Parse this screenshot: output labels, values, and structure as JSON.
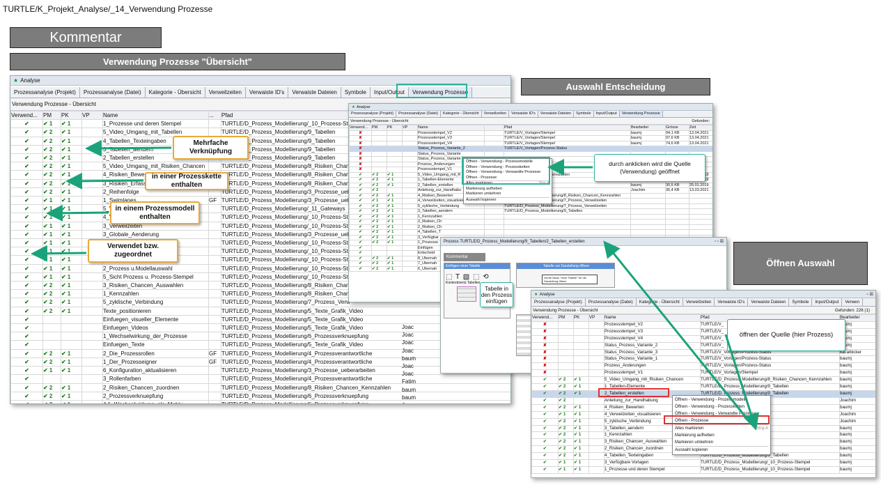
{
  "page_title": "TURTLE/K_Projekt_Analyse/_14_Verwendung Prozesse",
  "headers": {
    "kommentar": "Kommentar",
    "uebersicht": "Verwendung Prozesse \"Übersicht\"",
    "auswahl": "Auswahl Entscheidung",
    "oeffnen": "Öffnen Auswahl"
  },
  "w1": {
    "title": "Analyse",
    "caption": "Verwendung Prozesse - Übersicht",
    "tabs": [
      "Prozessanalyse (Projekt)",
      "Prozessanalyse (Datei)",
      "Kategorie - Übersicht",
      "Verweilzeiten",
      "Verwaiste ID's",
      "Verwaiste Dateien",
      "Symbole",
      "Input/Output",
      "Verwendung Prozesse"
    ],
    "cols": [
      "Verwend...",
      "PM",
      "PK",
      "VP",
      "Name",
      "...",
      "Pfad"
    ],
    "rows": [
      [
        "✔",
        "✔ 1",
        "✔ 1",
        "",
        "1_Prozesse und deren Stempel",
        "",
        "TURTLE/D_Prozess_Modellierung/_10_Prozess-Ste"
      ],
      [
        "✔",
        "✔ 2",
        "✔ 1",
        "",
        "5_Video_Umgang_mit_Tabellen",
        "",
        "TURTLE/D_Prozess_Modellierung/9_Tabellen"
      ],
      [
        "✔",
        "✔ 2",
        "✔ 1",
        "",
        "4_Tabellen_Texteingaben",
        "",
        "TURTLE/D_Prozess_Modellierung/9_Tabellen"
      ],
      [
        "✔",
        "✔ 2",
        "✔ 1",
        "",
        "3_Tabellen_aendern",
        "",
        "TURTLE/D_Prozess_Modellierung/9_Tabellen"
      ],
      [
        "✔",
        "✔ 2",
        "✔ 1",
        "",
        "2_Tabellen_erstellen",
        "",
        "TURTLE/D_Prozess_Modellierung/9_Tabellen"
      ],
      [
        "✔",
        "✔ 2",
        "✔ 1",
        "",
        "5_Video_Umgang_mit_Risiken_Chancen",
        "",
        "TURTLE/D_Prozess_Modellierung/8_Risiken_Chan"
      ],
      [
        "✔",
        "✔ 2",
        "✔ 1",
        "",
        "4_Risiken_Bewerten",
        "",
        "TURTLE/D_Prozess_Modellierung/8_Risiken_Chan"
      ],
      [
        "✔",
        "✔ 2",
        "✔ 1",
        "",
        "3_Risiken_Erfassen",
        "",
        "TURTLE/D_Prozess_Modellierung/8_Risiken_Chan"
      ],
      [
        "✔",
        "✔ 2",
        "✔ 1",
        "",
        "2_Reihenfolge",
        "",
        "TURTLE/D_Prozess_Modellierung/3_Prozesse_ueb"
      ],
      [
        "✔",
        "✔ 1",
        "✔ 1",
        "",
        "1_Swimlanes",
        "GF",
        "TURTLE/D_Prozess_Modellierung/3_Prozesse_ueb"
      ],
      [
        "✔",
        "✔ 1",
        "✔ 1",
        "",
        "5_Video_Gateways",
        "",
        "TURTLE/D_Prozess_Modellierung/_11_Gateways"
      ],
      [
        "✔",
        "✔ 1",
        "✔ 1",
        "",
        "4_Verweilzeiten",
        "",
        "TURTLE/D_Prozess_Modellierung/_10_Prozess-Ste"
      ],
      [
        "✔",
        "✔ 1",
        "✔ 1",
        "",
        "3_Verweilzeiten",
        "",
        "TURTLE/D_Prozess_Modellierung/_10_Prozess-Ste"
      ],
      [
        "✔",
        "✔ 1",
        "✔ 1",
        "",
        "3_Globale_Aenderung",
        "",
        "TURTLE/D_Prozess_Modellierung/3_Prozesse_ueb"
      ],
      [
        "✔",
        "✔ 1",
        "✔ 1",
        "",
        "2_Prozess_Stempel",
        "",
        "TURTLE/D_Prozess_Modellierung/_10_Prozess-Ste"
      ],
      [
        "✔",
        "✔ 1",
        "✔ 1",
        "",
        "1_Prozess_Stempel",
        "",
        "TURTLE/D_Prozess_Modellierung/_10_Prozess-Ste"
      ],
      [
        "✔",
        "✔ 1",
        "✔ 1",
        "",
        "1_Prozesse",
        "",
        "TURTLE/D_Prozess_Modellierung/_10_Prozess-Ste"
      ],
      [
        "✔",
        "✔ 1",
        "✔ 1",
        "",
        "2_Prozess u.Modellauswahl",
        "",
        "TURTLE/D_Prozess_Modellierung/_10_Prozess-Ste"
      ],
      [
        "✔",
        "✔ 1",
        "✔ 1",
        "",
        "5_Sicht Prozess u. Prozess-Stempel",
        "",
        "TURTLE/D_Prozess_Modellierung/_10_Prozess-Ste"
      ],
      [
        "✔",
        "✔ 2",
        "✔ 1",
        "",
        "3_Risiken_Chancen_Auswahlen",
        "",
        "TURTLE/D_Prozess_Modellierung/8_Risiken_Chan"
      ],
      [
        "✔",
        "✔ 2",
        "✔ 1",
        "",
        "1_Kennzahlen",
        "",
        "TURTLE/D_Prozess_Modellierung/8_Risiken_Chan"
      ],
      [
        "✔",
        "✔ 2",
        "✔ 1",
        "",
        "5_zyklische_Verbindung",
        "",
        "TURTLE/D_Prozess_Modellierung/7_Prozess_Verw"
      ],
      [
        "✔",
        "✔ 2",
        "✔ 1",
        "",
        "Texte_positionieren",
        "",
        "TURTLE/D_Prozess_Modellierung/5_Texte_Grafik_Video"
      ],
      [
        "✔",
        "",
        "",
        "",
        "Einfuegen_visueller_Elemente",
        "",
        "TURTLE/D_Prozess_Modellierung/5_Texte_Grafik_Video"
      ],
      [
        "✔",
        "",
        "",
        "",
        "Einfuegen_Videos",
        "",
        "TURTLE/D_Prozess_Modellierung/5_Texte_Grafik_Video"
      ],
      [
        "✔",
        "",
        "",
        "",
        "1_Wechselwirkung_der_Prozesse",
        "",
        "TURTLE/D_Prozess_Modellierung/6_Prozessverknuepfung"
      ],
      [
        "✔",
        "",
        "",
        "",
        "Einfuegen_Texte",
        "",
        "TURTLE/D_Prozess_Modellierung/5_Texte_Grafik_Video"
      ],
      [
        "✔",
        "✔ 2",
        "✔ 1",
        "",
        "2_Die_Prozessrollen",
        "GF",
        "TURTLE/D_Prozess_Modellierung/4_Prozessverantwortliche"
      ],
      [
        "✔",
        "✔ 2",
        "✔ 1",
        "",
        "1_Der_Prozesseigner",
        "GF",
        "TURTLE/D_Prozess_Modellierung/4_Prozessverantwortliche"
      ],
      [
        "✔",
        "✔ 1",
        "✔ 1",
        "",
        "6_Konfiguration_aktualisieren",
        "",
        "TURTLE/D_Prozess_Modellierung/3_Prozesse_ueberarbeiten"
      ],
      [
        "✔",
        "",
        "",
        "",
        "3_Rollenfarben",
        "",
        "TURTLE/D_Prozess_Modellierung/4_Prozessverantwortliche"
      ],
      [
        "✔",
        "✔ 2",
        "✔ 1",
        "",
        "2_Risiken_Chancen_zuordnen",
        "",
        "TURTLE/D_Prozess_Modellierung/8_Risiken_Chancen_Kennzahlen"
      ],
      [
        "✔",
        "✔ 2",
        "✔ 1",
        "",
        "2_Prozessverknuepfung",
        "",
        "TURTLE/D_Prozess_Modellierung/6_Prozessverknuepfung"
      ],
      [
        "✔",
        "✔ 2",
        "✔ 1",
        "",
        "4.1_Wechselwirkung_als_Matrix",
        "",
        "TURTLE/D_Prozess_Modellierung/6_Prozessverknuepfung"
      ]
    ],
    "extra": [
      "Joac",
      "Joac",
      "Joac",
      "Joac",
      "baum",
      "Joac",
      "Joac",
      "Fatim",
      "baum",
      "baum",
      "Joac"
    ]
  },
  "callouts": {
    "mehrfach": "Mehrfache Verknüpfung",
    "kette": "in einer Prozesskette enthalten",
    "modell": "in einem Prozessmodell enthalten",
    "verwendet": "Verwendet bzw. zugeordnet",
    "quelle": "durch anklicken wird die Quelle (Verwendung) geöffnet",
    "oeffnen_quelle": "öffnen der Quelle (hier Prozess)",
    "tabelle": "Tabelle in den Prozess einfügen"
  },
  "w2": {
    "title": "Analyse",
    "caption": "Verwendung Prozesse - Übersicht",
    "found": "Gefunden:",
    "tabs": [
      "Prozessanalyse (Projekt)",
      "Prozessanalyse (Datei)",
      "Kategorie - Übersicht",
      "Verweilzeiten",
      "Verwaiste ID's",
      "Verwaiste Dateien",
      "Symbole",
      "Input/Output",
      "Verwendung Prozesse"
    ],
    "cols": [
      "Verwend...",
      "PM",
      "PK",
      "VP",
      "Name",
      "",
      "Pfad",
      "Bearbeiter",
      "Grösse",
      "Zeit"
    ],
    "rows": [
      [
        "✘",
        "",
        "",
        "",
        "Prozessstempel_V2",
        "",
        "TURTLE/V_Vorlagen/Stempel",
        "baumj",
        "94,1 KB",
        "13.04.2021"
      ],
      [
        "✘",
        "",
        "",
        "",
        "Prozessstempel_V3",
        "",
        "TURTLE/V_Vorlagen/Stempel",
        "baumj",
        "97,6 KB",
        "13.04.2021"
      ],
      [
        "✘",
        "",
        "",
        "",
        "Prozessstempel_V4",
        "",
        "TURTLE/V_Vorlagen/Stempel",
        "baumj",
        "74,6 KB",
        "13.04.2021"
      ],
      [
        "✘",
        "",
        "",
        "",
        "Status_Prozess_Variante_2",
        "",
        "TURTLE/V_Vorlagen/Prozess-Status",
        "",
        "",
        ""
      ],
      [
        "✘",
        "",
        "",
        "",
        "Status_Prozess_Variante",
        "",
        "",
        "",
        "",
        ""
      ],
      [
        "✘",
        "",
        "",
        "",
        "Status_Prozess_Variante",
        "",
        "",
        "",
        "",
        ""
      ],
      [
        "✘",
        "",
        "",
        "",
        "Prozess_Änderungen",
        "",
        "",
        "",
        "",
        ""
      ],
      [
        "✘",
        "",
        "",
        "",
        "Prozessstempel_V1",
        "",
        "",
        "",
        "",
        ""
      ],
      [
        "✔",
        "✔ 2",
        "✔ 1",
        "",
        "5_Video_Umgang_mit_R",
        "",
        "rung/8_Risiken_Chancen_Kennzahlen",
        "baumj",
        "11,2 KB",
        "25.01.2019"
      ],
      [
        "✔",
        "✔ 2",
        "✔ 1",
        "",
        "1_Tabellen-Elemente",
        "",
        "rung/9_Tabellen",
        "baumj",
        "16,9 KB",
        "25.01.2019"
      ],
      [
        "✔",
        "✔ 2",
        "✔ 1",
        "",
        "2_Tabellen_erstellen",
        "",
        "rung/9_Tabellen",
        "baumj",
        "30,5 KB",
        "25.01.2019"
      ],
      [
        "✔",
        "✔ 2",
        "",
        "",
        "Anleitung_zur_Handhabu",
        "",
        "gen",
        "Joachim",
        "35,4 KB",
        "13.03.2021"
      ],
      [
        "✔",
        "✔ 2",
        "✔ 1",
        "",
        "4_Risiken_Bewerten",
        "",
        "TURTLE/D_Prozess_Modellierung/8_Risiken_Chancen_Kennzahlen",
        "",
        "",
        ""
      ],
      [
        "✔",
        "✔ 1",
        "✔ 1",
        "",
        "4_Verweilzeiten_visualisieren",
        "",
        "TURTLE/D_Prozess_Modellierung/7_Prozess_Verweilzeiten",
        "",
        "",
        ""
      ],
      [
        "✔",
        "✔ 2",
        "✔ 1",
        "",
        "5_zyklische_Verbindung",
        "",
        "TURTLE/D_Prozess_Modellierung/7_Prozess_Verweilzeiten",
        "",
        "",
        ""
      ],
      [
        "✔",
        "✔ 2",
        "✔ 1",
        "",
        "3_Tabellen_aendern",
        "",
        "TURTLE/D_Prozess_Modellierung/9_Tabellen",
        "",
        "",
        ""
      ],
      [
        "✔",
        "✔ 2",
        "✔ 1",
        "",
        "1_Kennzahlen",
        "",
        "",
        "",
        "",
        ""
      ],
      [
        "✔",
        "✔ 2",
        "✔ 1",
        "",
        "3_Risiken_Ch",
        "",
        "",
        "",
        "",
        ""
      ],
      [
        "✔",
        "✔ 2",
        "✔ 1",
        "",
        "2_Risiken_Ch",
        "",
        "",
        "",
        "",
        ""
      ],
      [
        "✔",
        "✔ 2",
        "✔ 1",
        "",
        "4_Tabellen_T",
        "",
        "",
        "",
        "",
        ""
      ],
      [
        "✔",
        "✔ 2",
        "✔ 1",
        "",
        "3_Verfügbar",
        "",
        "",
        "",
        "",
        ""
      ],
      [
        "✔",
        "✔ 2",
        "✔ 1",
        "",
        "1_Prozesse",
        "",
        "",
        "",
        "",
        ""
      ],
      [
        "✔",
        "",
        "",
        "",
        "Einfügen",
        "",
        "",
        "",
        "",
        ""
      ],
      [
        "✔",
        "",
        "",
        "",
        "Entscheid",
        "",
        "",
        "",
        "",
        ""
      ],
      [
        "✔",
        "✔ 2",
        "✔ 1",
        "",
        "8_Übernah",
        "",
        "",
        "",
        "",
        ""
      ],
      [
        "✔",
        "✔ 2",
        "✔ 1",
        "",
        "7_Übernah",
        "",
        "",
        "",
        "",
        ""
      ],
      [
        "✔",
        "✔ 2",
        "✔ 1",
        "",
        "6_Übernah",
        "",
        "",
        "",
        "",
        ""
      ]
    ],
    "menu": [
      "Öffnen - Verwendung - Prozessmodelle",
      "Öffnen - Verwendung - Prozessketten",
      "Öffnen - Verwendung - Verwandte Prozesse",
      "Öffnen - Prozesse",
      "Alles markieren",
      "Markierung aufheben",
      "Markieren umkehren",
      "Auswahl kopieren"
    ],
    "menu_shortcut": "Strg-A"
  },
  "w3": {
    "title": "Prozess TURTLE/D_Prozess_Modellierung/9_Tabellen/2_Tabellen_erstellen",
    "kommentar": "Kommentar",
    "sub1": "Einfügen einer Tabelle",
    "sub2": "Tabelle zur Darstellung öffnen",
    "sub3": "Kontextmenü Tabellen",
    "note": "rechte Maus \"neue Tabelle\" für die Darstellung öffnen"
  },
  "w4": {
    "title": "Analyse",
    "caption": "Verwendung Prozesse - Übersicht",
    "found": "Gefunden: 226 (1)",
    "tabs": [
      "Prozessanalyse (Projekt)",
      "Prozessanalyse (Datei)",
      "Kategorie - Übersicht",
      "Verweilzeiten",
      "Verwaiste ID's",
      "Verwaiste Dateien",
      "Symbole",
      "Input/Output",
      "Verwen"
    ],
    "cols": [
      "Verwend...",
      "PM",
      "PK",
      "VP",
      "Name",
      "Pfad",
      "Bearbeiter"
    ],
    "rows": [
      [
        "✘",
        "",
        "",
        "",
        "Prozessstempel_V2",
        "TURTLE/V_",
        "baumj"
      ],
      [
        "✘",
        "",
        "",
        "",
        "Prozessstempel_V3",
        "TURTLE/V_",
        "baumj"
      ],
      [
        "✘",
        "",
        "",
        "",
        "Prozessstempel_V4",
        "TURTLE/V_",
        "baumj"
      ],
      [
        "✘",
        "",
        "",
        "",
        "Status_Prozess_Variante_2",
        "TURTLE/V_",
        "baumj"
      ],
      [
        "✘",
        "",
        "",
        "",
        "Status_Prozess_Variante_3",
        "TURTLE/V_Vorlagen/Prozess-Status",
        "kai.albicker"
      ],
      [
        "✘",
        "",
        "",
        "",
        "Status_Prozess_Variante_1",
        "TURTLE/V_Vorlagen/Prozess-Status",
        "baumj"
      ],
      [
        "✘",
        "",
        "",
        "",
        "Prozess_Änderungen",
        "TURTLE/V_Vorlagen/Prozess-Status",
        "baumj"
      ],
      [
        "✘",
        "",
        "",
        "",
        "Prozessstempel_V1",
        "TURTLE/V_Vorlagen/Stempel",
        "baumj"
      ],
      [
        "✔",
        "✔ 2",
        "✔ 1",
        "",
        "5_Video_Umgang_mit_Risiken_Chancen",
        "TURTLE/D_Prozess_Modellierung/8_Risiken_Chancen_Kennzahlen",
        "baumj"
      ],
      [
        "✔",
        "✔ 2",
        "✔ 1",
        "",
        "1_Tabellen-Elemente",
        "TURTLE/D_Prozess_Modellierung/9_Tabellen",
        "baumj"
      ],
      [
        "✔",
        "✔ 2",
        "✔ 1",
        "",
        "2_Tabellen_erstellen",
        "TURTLE/D_Prozess_Modellierung/9_Tabellen",
        "baumj"
      ],
      [
        "✔",
        "✔ 2",
        "",
        "",
        "Anleitung_zur_Handhabung",
        "",
        "Joachim"
      ],
      [
        "✔",
        "✔ 2",
        "✔ 1",
        "",
        "4_Risiken_Bewerten",
        "8_Risiken_Chancen_Kennzahlen",
        "baumj"
      ],
      [
        "✔",
        "✔ 1",
        "✔ 1",
        "",
        "4_Verweilzeiten_visualisieren",
        "7_Prozess_Verweilzeiten",
        "Joachim"
      ],
      [
        "✔",
        "✔ 2",
        "✔ 1",
        "",
        "5_zyklische_Verbindung",
        "7_Prozess_Verweilzeiten",
        "Joachim"
      ],
      [
        "✔",
        "✔ 2",
        "✔ 1",
        "",
        "3_Tabellen_aendern",
        "9_Tabellen",
        "baumj"
      ],
      [
        "✔",
        "✔ 2",
        "✔ 1",
        "",
        "1_Kennzahlen",
        "8_Risiken_Chancen_Kennzahlen",
        "baumj"
      ],
      [
        "✔",
        "✔ 2",
        "✔ 1",
        "",
        "3_Risiken_Chancen_Auswahlen",
        "8_Risiken_Chancen_Kennzahlen",
        "baumj"
      ],
      [
        "✔",
        "✔ 2",
        "✔ 1",
        "",
        "2_Risiken_Chancen_zuordnen",
        "8_Risiken_Chancen_Kennzahlen",
        "baumj"
      ],
      [
        "✔",
        "✔ 2",
        "✔ 1",
        "",
        "4_Tabellen_Texteingaben",
        "TURTLE/D_Prozess_Modellierung/9_Tabellen",
        "baumj"
      ],
      [
        "✔",
        "✔ 1",
        "✔ 1",
        "",
        "3_Verfügbare Vorlagen",
        "TURTLE/D_Prozess_Modellierung/_10_Prozess-Stempel",
        "baumj"
      ],
      [
        "✔",
        "✔ 1",
        "✔ 1",
        "",
        "1_Prozesse und deren Stempel",
        "TURTLE/D_Prozess_Modellierung/_10_Prozess-Stempel",
        "baumj"
      ]
    ],
    "menu": [
      "Öffnen - Verwendung - Prozessmodelle",
      "Öffnen - Verwendung - Prozessketten",
      "Öffnen - Verwendung - Verwandte Prozesse",
      "Öffnen - Prozesse",
      "Alles markieren",
      "Markierung aufheben",
      "Markieren umkehren",
      "Auswahl kopieren"
    ],
    "menu_shortcut": "Strg-A"
  },
  "colors": {
    "accent": "#1aa37a",
    "callout_border": "#e8a93a",
    "tab_highlight": "#2fb39a",
    "red_box": "#e03030"
  }
}
